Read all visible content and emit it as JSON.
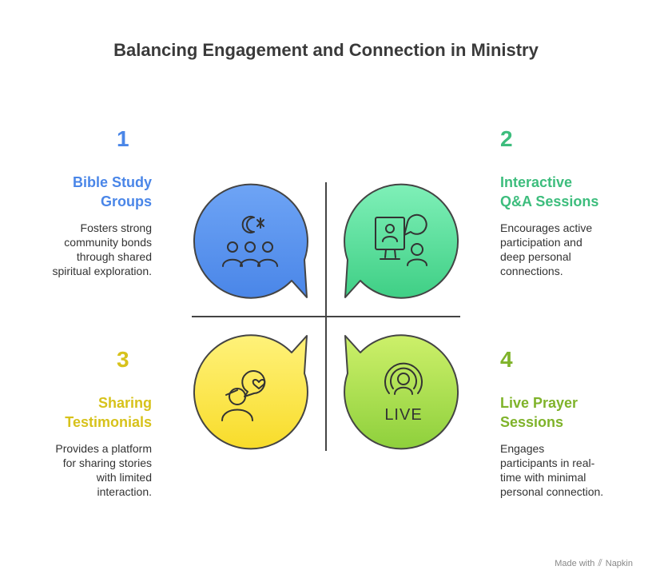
{
  "title": "Balancing Engagement and Connection in Ministry",
  "quadrants": [
    {
      "number": "1",
      "heading_line1": "Bible Study",
      "heading_line2": "Groups",
      "desc_lines": [
        "Fosters strong",
        "community bonds",
        "through shared",
        "spiritual exploration."
      ],
      "color": "#4a86e8",
      "icon": "community-faith-icon"
    },
    {
      "number": "2",
      "heading_line1": "Interactive",
      "heading_line2": "Q&A Sessions",
      "desc_lines": [
        "Encourages active",
        "participation and",
        "deep personal",
        "connections."
      ],
      "color": "#3dbd7d",
      "icon": "video-chat-icon"
    },
    {
      "number": "3",
      "heading_line1": "Sharing",
      "heading_line2": "Testimonials",
      "desc_lines": [
        "Provides a platform",
        "for sharing stories",
        "with limited",
        "interaction."
      ],
      "color": "#d7c21b",
      "icon": "person-heart-speech-icon"
    },
    {
      "number": "4",
      "heading_line1": "Live Prayer",
      "heading_line2": "Sessions",
      "desc_lines": [
        "Engages",
        "participants in real-",
        "time with minimal",
        "personal connection."
      ],
      "color": "#7fb32a",
      "icon": "live-broadcast-icon"
    }
  ],
  "live_label": "LIVE",
  "footer": {
    "made_with": "Made with",
    "brand": "Napkin"
  }
}
